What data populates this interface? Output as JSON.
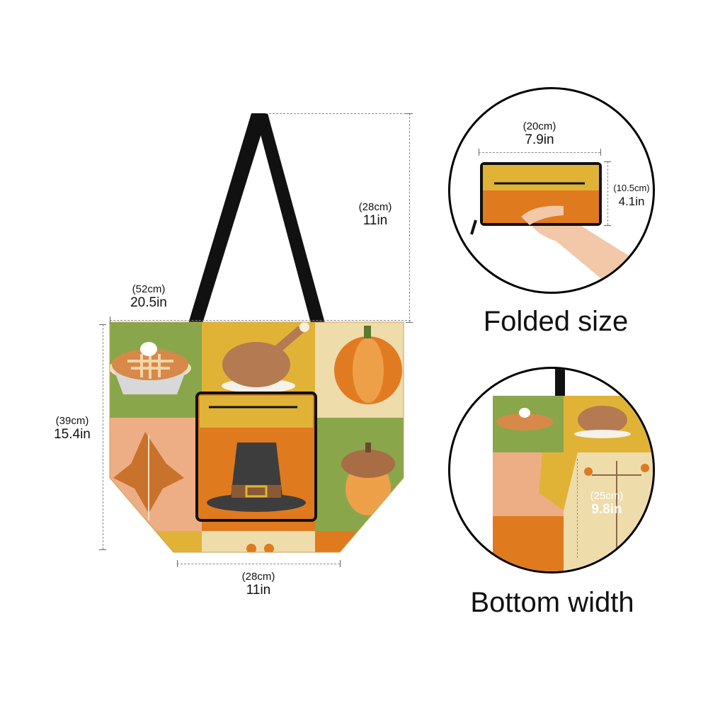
{
  "main_bag": {
    "handle_height": {
      "cm": "(28cm)",
      "in": "11in"
    },
    "top_width": {
      "cm": "(52cm)",
      "in": "20.5in"
    },
    "bag_height": {
      "cm": "(39cm)",
      "in": "15.4in"
    },
    "bottom_width": {
      "cm": "(28cm)",
      "in": "11in"
    }
  },
  "folded": {
    "width": {
      "cm": "(20cm)",
      "in": "7.9in"
    },
    "height": {
      "cm": "(10.5cm)",
      "in": "4.1in"
    },
    "caption": "Folded size"
  },
  "bottom_detail": {
    "depth": {
      "cm": "(25cm)",
      "in": "9.8in"
    },
    "caption": "Bottom width"
  },
  "colors": {
    "green": "#8aa64a",
    "mustard": "#e0b337",
    "orange": "#df7a1f",
    "cream": "#efdcab",
    "peach": "#eeae85",
    "handle": "#111111"
  }
}
